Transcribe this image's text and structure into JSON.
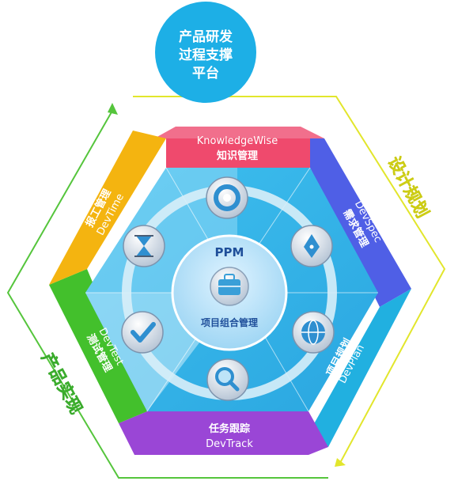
{
  "platform": {
    "lines": [
      "产品研发",
      "过程支撑",
      "平台"
    ]
  },
  "center": {
    "title": "PPM",
    "subtitle": "项目组合管理"
  },
  "segments": {
    "knowledge": {
      "en": "KnowledgeWise",
      "cn": "知识管理",
      "color": "#ef4a6d"
    },
    "spec": {
      "en": "DevSpec",
      "cn": "需求管理",
      "color": "#4f5fe6"
    },
    "plan": {
      "en": "DevPlan",
      "cn": "项目规划",
      "color": "#21b0e0"
    },
    "track": {
      "en": "DevTrack",
      "cn": "任务跟踪",
      "color": "#9a46d6"
    },
    "test": {
      "en": "DevTest",
      "cn": "测试管理",
      "color": "#43c02c"
    },
    "time": {
      "en": "DevTime",
      "cn": "报工管理",
      "color": "#f4b410"
    }
  },
  "phases": {
    "design": "设计规划",
    "product": "产品实现"
  },
  "icons": [
    "lifebuoy-icon",
    "pen-nib-icon",
    "globe-icon",
    "magnifier-icon",
    "checkmark-icon",
    "hourglass-icon",
    "briefcase-icon"
  ],
  "colors": {
    "accent": "#1dafe6",
    "phase_design": "#e0e020",
    "phase_product": "#48c23a"
  }
}
